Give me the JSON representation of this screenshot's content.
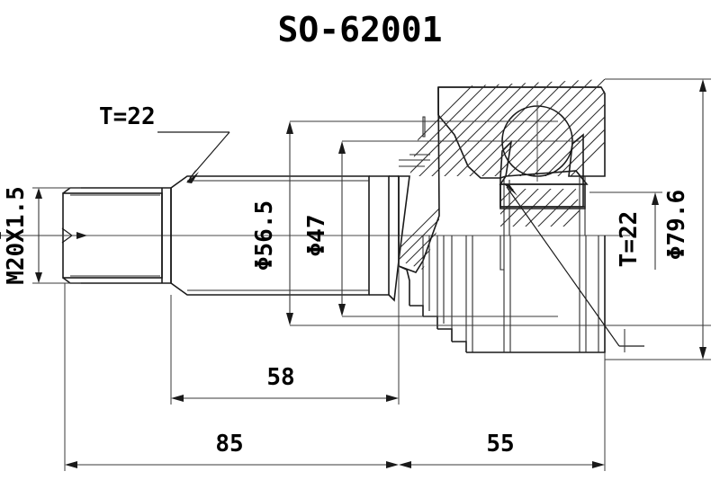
{
  "drawing": {
    "title": "SO-62001",
    "part_type": "cv-joint-assembly-cross-section",
    "background_color": "#ffffff",
    "line_color": "#1a1a1a"
  },
  "annotations": {
    "thread_spec": "M20X1.5",
    "shaft_teeth": "T=22",
    "outer_diameter_large": "Φ56.5",
    "outer_diameter_small": "Φ47",
    "inner_race_teeth": "T=22",
    "joint_outer_diameter": "Φ79.6",
    "length_58": "58",
    "length_85": "85",
    "length_55": "55"
  },
  "icons": {
    "arrow_head": "arrow-head-icon",
    "centerline": "centerline-icon",
    "section_hatch": "section-hatch-icon"
  }
}
